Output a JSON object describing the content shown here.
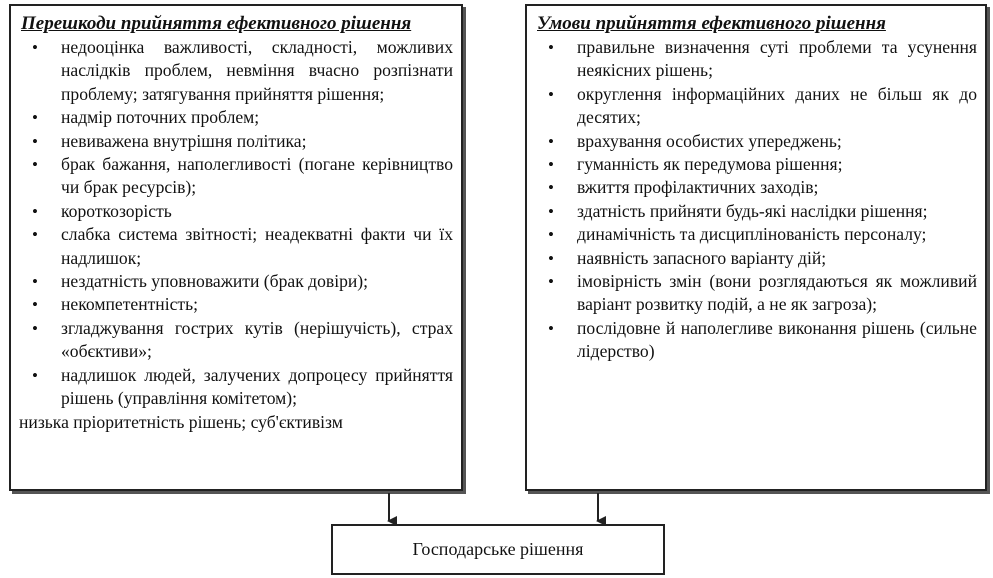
{
  "left_box": {
    "title": "Перешкоди прийняття ефективного рішення",
    "items": [
      "недооцінка важливості, складності, можливих наслідків проблем, невміння вчасно розпізнати проблему; затягування прийняття рішення;",
      "надмір поточних проблем;",
      "невиважена внутрішня політика;",
      "брак бажання, наполегливості (погане керівництво чи брак ресурсів);",
      "короткозорість",
      "слабка система звітності; неадекватні факти чи їх надлишок;",
      "нездатність уповноважити (брак довіри);",
      "некомпетентність;",
      "згладжування гострих кутів (нерішучість), страх «обєктиви»;",
      "надлишок людей, залучених допроцесу прийняття рішень (управління комітетом);"
    ],
    "tail": "низька пріоритетність рішень; суб'єктивізм"
  },
  "right_box": {
    "title": "Умови прийняття ефективного рішення",
    "items": [
      "правильне визначення суті проблеми та усунення неякісних рішень;",
      "округлення інформаційних даних не більш як до десятих;",
      "врахування особистих упереджень;",
      "гуманність як передумова рішення;",
      "вжиття профілактичних заходів;",
      "здатність прийняти будь-які наслідки рішення;",
      "динамічність та дисциплінованість персоналу;",
      "наявність запасного варіанту дій;",
      "імовірність змін (вони розглядаються як можливий варіант розвитку подій, а не як загроза);",
      "послідовне й наполегливе виконання рішень (сильне лідерство)"
    ]
  },
  "bottom_box": {
    "label": "Господарське рішення"
  }
}
